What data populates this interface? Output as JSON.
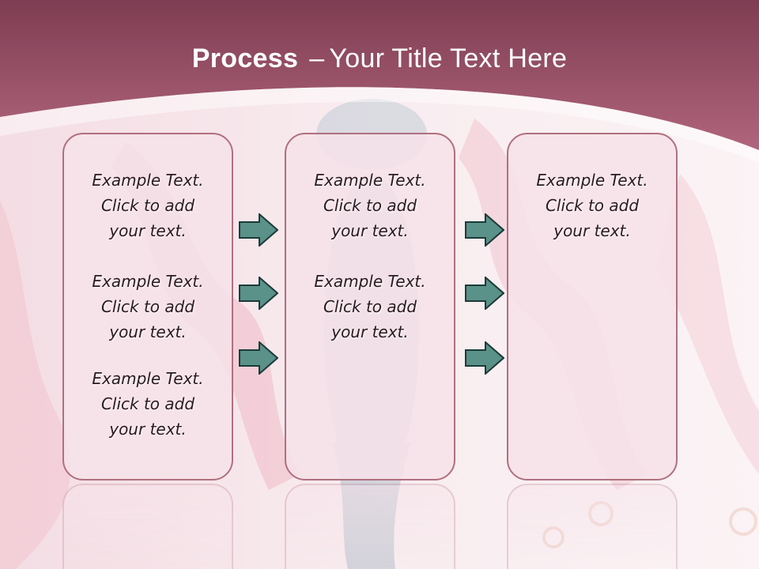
{
  "title": {
    "bold": "Process",
    "separator": "–",
    "rest": "Your Title Text Here"
  },
  "colors": {
    "header": "#9e4f66",
    "panel_border": "#b0707f",
    "arrow_fill": "#5a9189",
    "arrow_stroke": "#1c3b38"
  },
  "placeholder": {
    "line1": "Example Text.",
    "line2": "Click  to add",
    "line3": "your text."
  },
  "columns": [
    {
      "blocks": 3
    },
    {
      "blocks": 2
    },
    {
      "blocks": 1
    }
  ],
  "arrow_icon": "right-arrow-icon"
}
